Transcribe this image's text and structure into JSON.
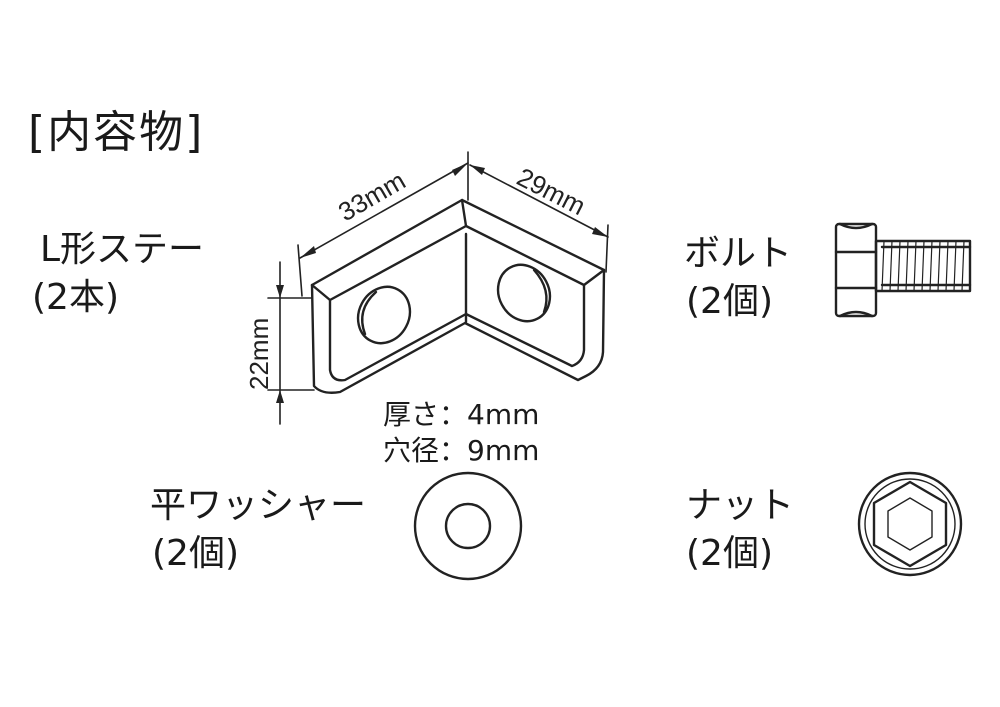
{
  "heading": "[内容物]",
  "bracket": {
    "name": "L形ステー",
    "qty": "(2本)",
    "dims": {
      "width": "33mm",
      "depth": "29mm",
      "height": "22mm"
    },
    "thickness_label": "厚さ：4mm",
    "hole_label": "穴径：9mm"
  },
  "bolt": {
    "name": "ボルト",
    "qty": "(2個)"
  },
  "washer": {
    "name": "平ワッシャー",
    "qty": "(2個)"
  },
  "nut": {
    "name": "ナット",
    "qty": "(2個)"
  }
}
